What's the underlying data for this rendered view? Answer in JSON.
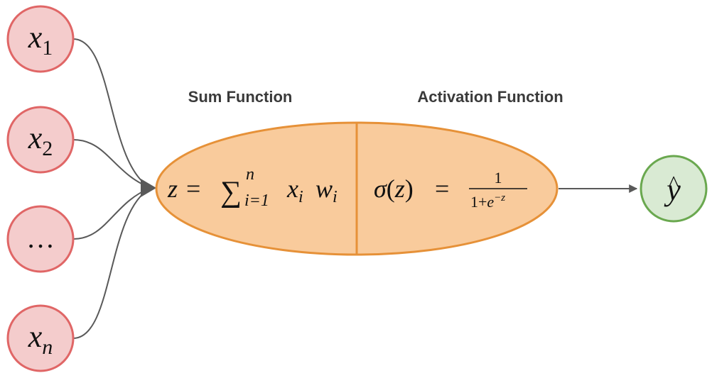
{
  "labels": {
    "sum_function": "Sum Function",
    "activation_function": "Activation Function"
  },
  "inputs": [
    {
      "base": "x",
      "sub": "1"
    },
    {
      "base": "x",
      "sub": "2"
    },
    {
      "base": "…",
      "sub": ""
    },
    {
      "base": "x",
      "sub": "n"
    }
  ],
  "sum_formula": {
    "lhs": "z",
    "equals": "=",
    "sigma": "∑",
    "upper": "n",
    "lower": "i=1",
    "x": "x",
    "x_sub": "i",
    "w": "w",
    "w_sub": "i"
  },
  "activation_formula": {
    "sigma": "σ",
    "arg_open": "(",
    "arg": "z",
    "arg_close": ")",
    "equals": "=",
    "numerator": "1",
    "denominator_prefix": "1+",
    "denominator_base": "e",
    "denominator_exp": "−z"
  },
  "output": {
    "symbol": "y",
    "hat": "^"
  },
  "colors": {
    "input_fill": "#f4cccc",
    "input_stroke": "#e06666",
    "neuron_fill": "#f9cb9c",
    "neuron_stroke": "#e69138",
    "output_fill": "#d9ead3",
    "output_stroke": "#6aa84f",
    "edge": "#595959"
  }
}
